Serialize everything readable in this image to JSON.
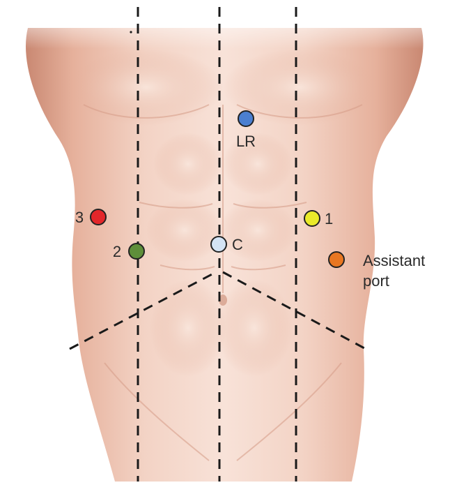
{
  "ports": [
    {
      "id": "LR",
      "label": "LR",
      "color": "#4b7fd0"
    },
    {
      "id": "C",
      "label": "C",
      "color": "#d4e4f5"
    },
    {
      "id": "1",
      "label": "1",
      "color": "#eaea2a"
    },
    {
      "id": "2",
      "label": "2",
      "color": "#5e8f3a"
    },
    {
      "id": "3",
      "label": "3",
      "color": "#e3262a"
    },
    {
      "id": "assistant",
      "label_line1": "Assistant",
      "label_line2": "port",
      "color": "#e87722"
    }
  ],
  "colors": {
    "skin_light": "#f6dcd0",
    "skin_mid": "#ecc0ad",
    "skin_shadow": "#c98872",
    "skin_edge": "#b8705c",
    "marker_line": "#1a1a1a"
  }
}
